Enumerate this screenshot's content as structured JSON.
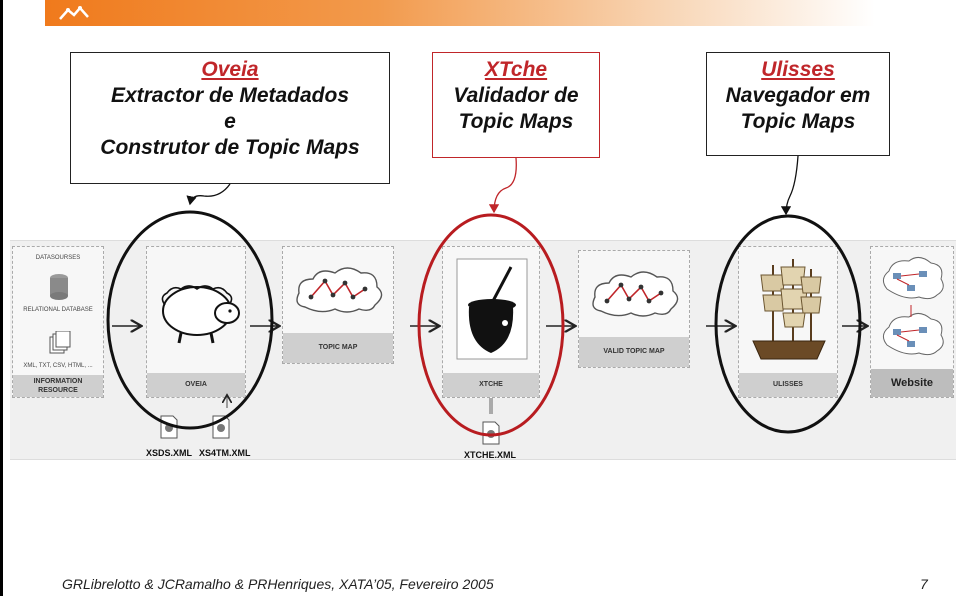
{
  "callouts": [
    {
      "title": "Oveia",
      "lines": [
        "Extractor de Metadados",
        "e",
        "Construtor de Topic Maps"
      ]
    },
    {
      "title": "XTche",
      "lines": [
        "Validador de",
        "Topic Maps"
      ]
    },
    {
      "title": "Ulisses",
      "lines": [
        "Navegador em",
        "Topic Maps"
      ]
    }
  ],
  "pipeline": {
    "datasources_header": "DATASOURSES",
    "relational_label": "RELATIONAL DATABASE",
    "files_label": "XML, TXT, CSV, HTML, ...",
    "info_label": "INFORMATION RESOURCE",
    "oveia_label": "OVEIA",
    "topicmap_label": "TOPIC MAP",
    "xtche_label": "XTCHE",
    "valid_label": "VALID TOPIC MAP",
    "ulisses_label": "ULISSES",
    "website_label": "Website"
  },
  "files": [
    "XSDS.XML",
    "XS4TM.XML",
    "XTCHE.XML"
  ],
  "footer": {
    "text": "GRLibrelotto & JCRamalho &  PRHenriques, XATA’05, Fevereiro 2005",
    "page": "7"
  },
  "colors": {
    "accent_orange": "#f07a1c",
    "callout_red": "#c0262a",
    "ellipse_black": "#111111",
    "ellipse_red": "#b81c20"
  }
}
